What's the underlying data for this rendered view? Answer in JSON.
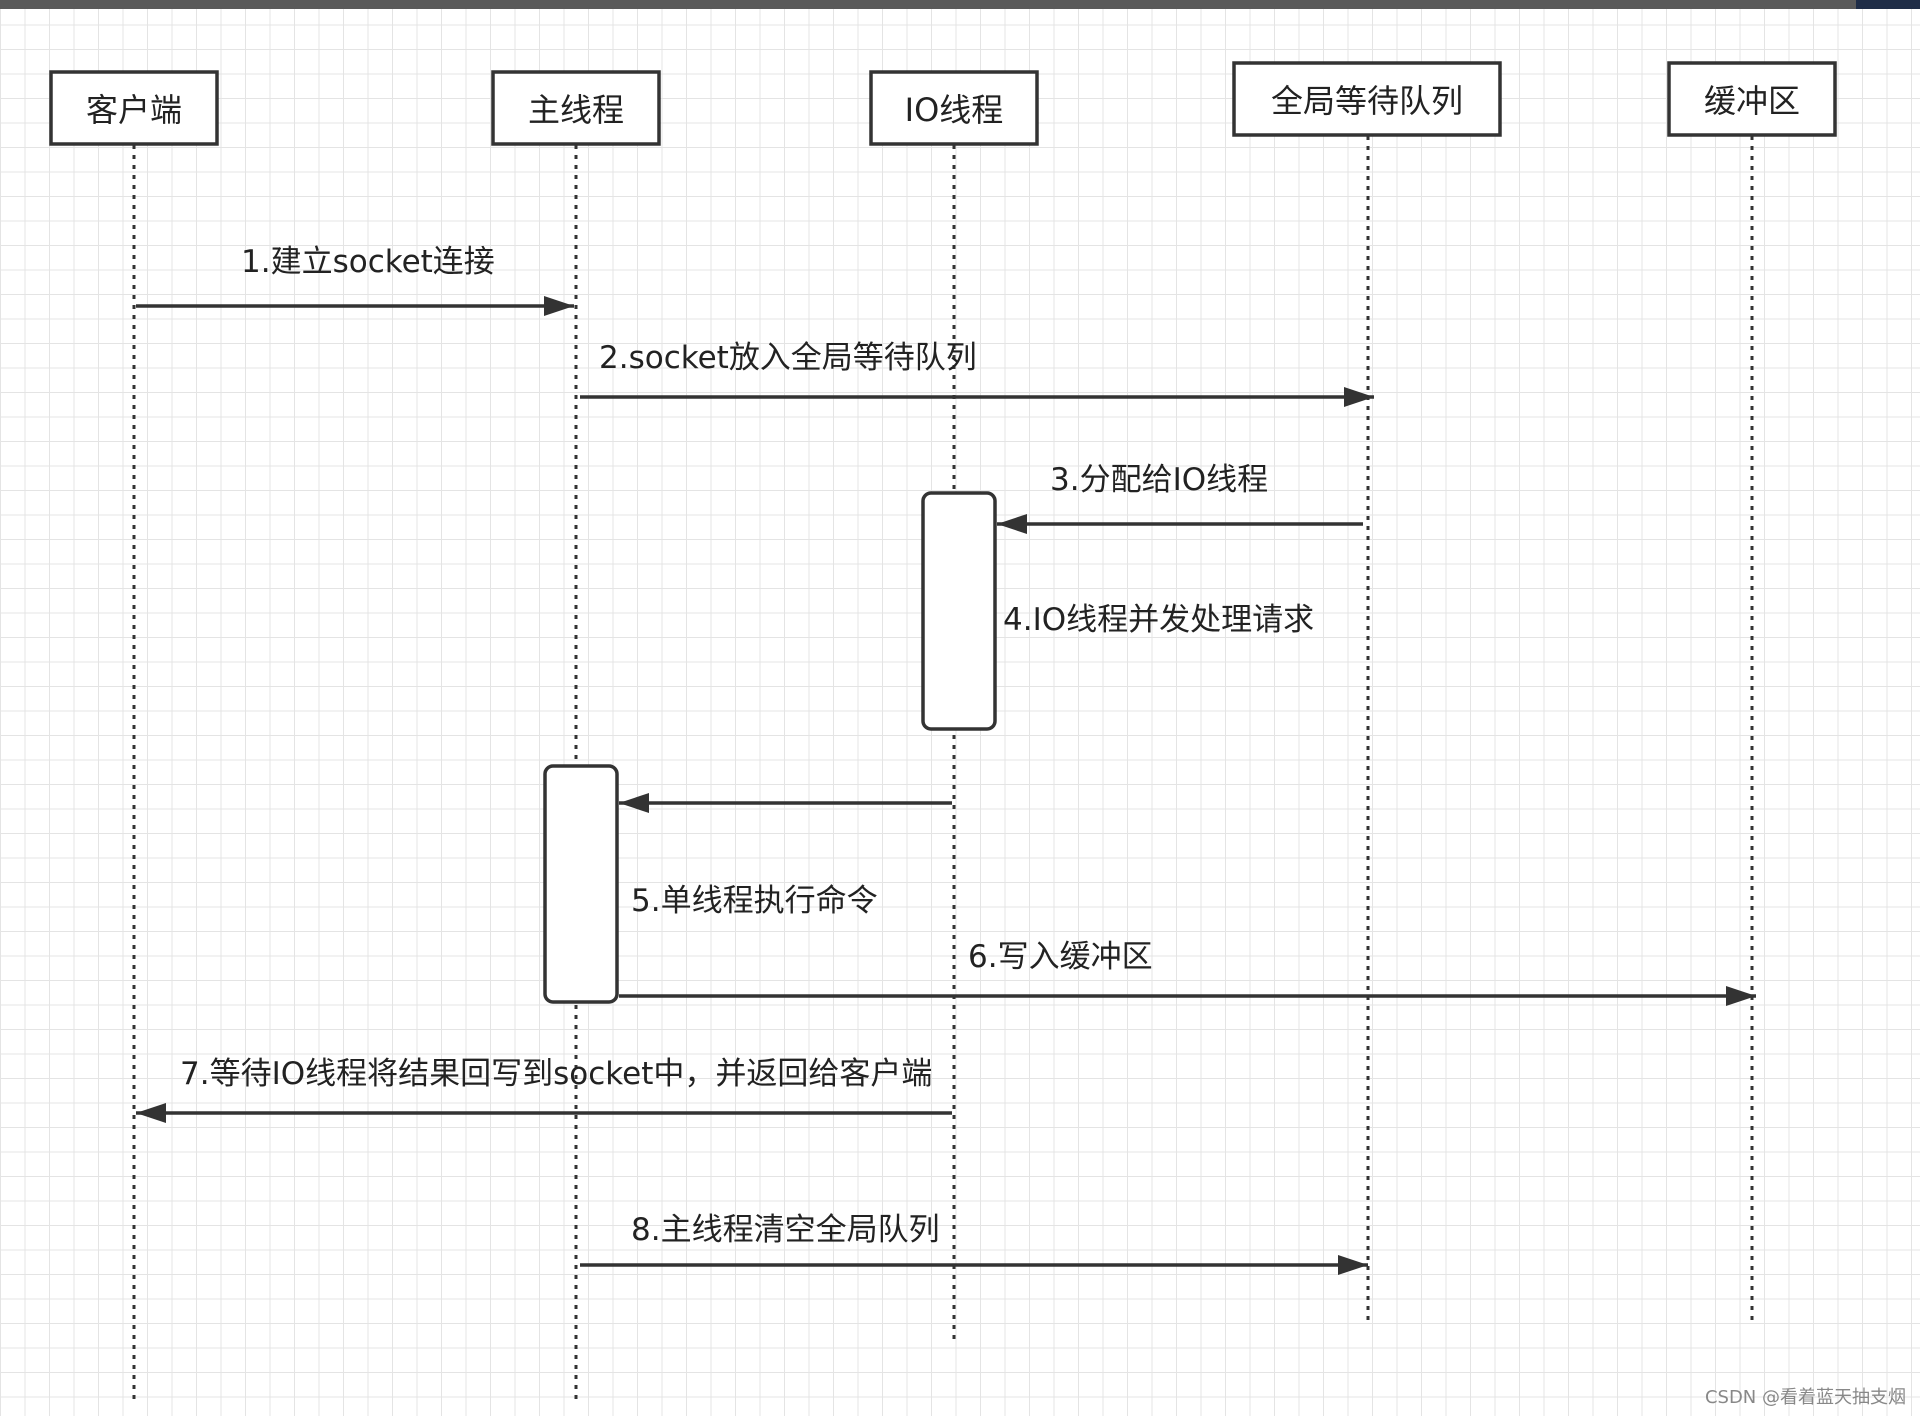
{
  "participants": [
    {
      "id": "client",
      "label": "客户端"
    },
    {
      "id": "main",
      "label": "主线程"
    },
    {
      "id": "io",
      "label": "IO线程"
    },
    {
      "id": "queue",
      "label": "全局等待队列"
    },
    {
      "id": "buffer",
      "label": "缓冲区"
    }
  ],
  "messages": [
    {
      "label": "1.建立socket连接",
      "from": "client",
      "to": "main"
    },
    {
      "label": "2.socket放入全局等待队列",
      "from": "main",
      "to": "queue"
    },
    {
      "label": "3.分配给IO线程",
      "from": "queue",
      "to": "io"
    },
    {
      "label": "",
      "from": "io",
      "to": "main"
    },
    {
      "label": "6.写入缓冲区",
      "from": "main",
      "to": "buffer"
    },
    {
      "label": "7.等待IO线程将结果回写到socket中，并返回给客户端",
      "from": "io",
      "to": "client"
    },
    {
      "label": "8.主线程清空全局队列",
      "from": "main",
      "to": "queue"
    }
  ],
  "activations": [
    {
      "participant": "io",
      "label": "4.IO线程并发处理请求"
    },
    {
      "participant": "main",
      "label": "5.单线程执行命令"
    }
  ],
  "watermark": "CSDN @看着蓝天抽支烟",
  "colors": {
    "line": "#333333",
    "grid": "#e4e4e4",
    "box_border": "#333333"
  }
}
